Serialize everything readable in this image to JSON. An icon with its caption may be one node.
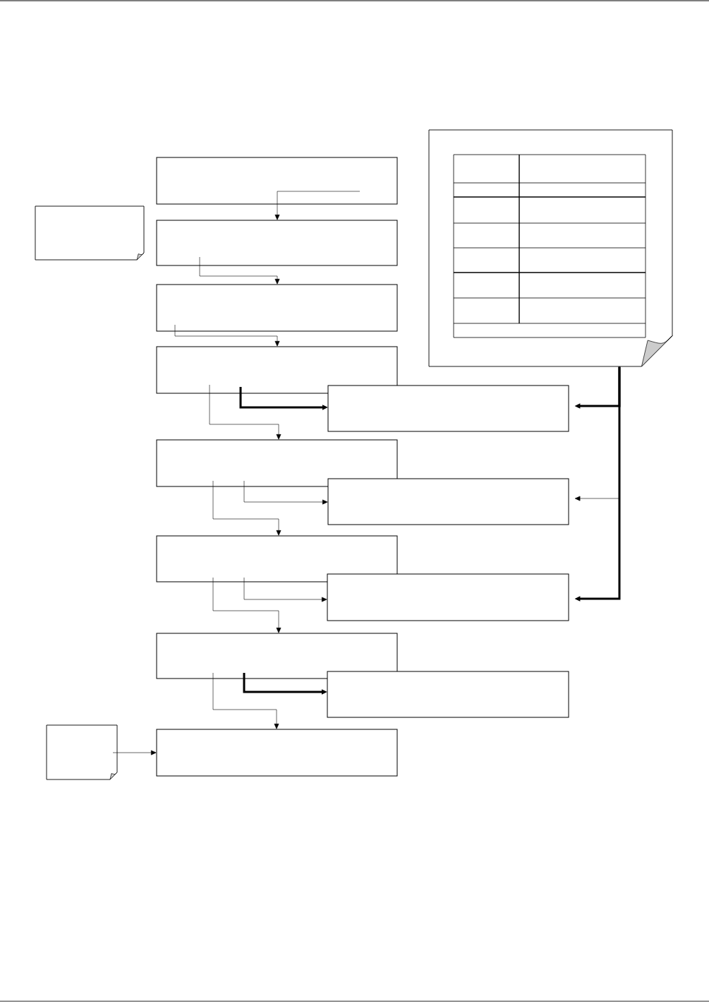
{
  "diagram": {
    "nodes": [
      {
        "text": [],
        "shape": "note"
      },
      {
        "text": [],
        "shape": "box"
      },
      {
        "text": [],
        "shape": "note"
      },
      {
        "text": [],
        "shape": "box"
      },
      {
        "text": [],
        "shape": "box"
      },
      {
        "text": [],
        "shape": "box"
      },
      {
        "text": [],
        "shape": "box"
      },
      {
        "text": [],
        "shape": "box"
      },
      {
        "text": [],
        "shape": "box"
      },
      {
        "text": [],
        "shape": "box"
      },
      {
        "text": [],
        "shape": "box"
      },
      {
        "text": [],
        "shape": "box"
      },
      {
        "text": [],
        "shape": "box"
      },
      {
        "text": [],
        "shape": "note"
      },
      {
        "text": [],
        "shape": "box"
      }
    ],
    "edges": [
      {
        "from": 1,
        "to": 3,
        "arrow": "to"
      },
      {
        "from": 3,
        "to": 4,
        "arrow": "to"
      },
      {
        "from": 4,
        "to": 5,
        "arrow": "to"
      },
      {
        "from": 5,
        "to": 7,
        "arrow": "to"
      },
      {
        "from": 5,
        "to": 6,
        "arrow": "to",
        "style": "thick"
      },
      {
        "from": 7,
        "to": 9,
        "arrow": "to"
      },
      {
        "from": 7,
        "to": 8,
        "arrow": "to"
      },
      {
        "from": 9,
        "to": 11,
        "arrow": "to"
      },
      {
        "from": 9,
        "to": 10,
        "arrow": "to"
      },
      {
        "from": 11,
        "to": 14,
        "arrow": "to"
      },
      {
        "from": 11,
        "to": 12,
        "arrow": "to",
        "style": "thick"
      },
      {
        "from": 13,
        "to": 14,
        "arrow": "to"
      },
      {
        "from": 0,
        "to": 6,
        "arrow": "to",
        "style": "thick"
      },
      {
        "from": 0,
        "to": 8,
        "arrow": "to"
      },
      {
        "from": 0,
        "to": 10,
        "arrow": "to",
        "style": "thick"
      }
    ]
  }
}
